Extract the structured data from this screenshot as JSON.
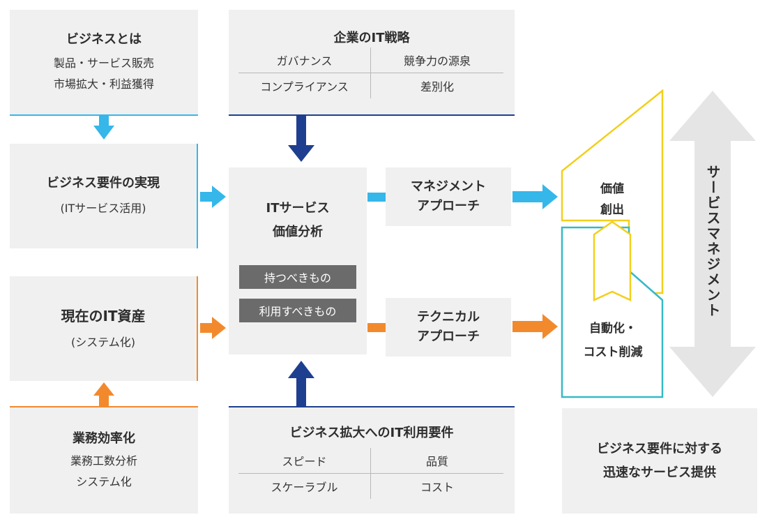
{
  "business": {
    "title": "ビジネスとは",
    "line1": "製品・サービス販売",
    "line2": "市場拡大・利益獲得"
  },
  "strategy": {
    "title": "企業のIT戦略",
    "cells": [
      "ガバナンス",
      "競争力の源泉",
      "コンプライアンス",
      "差別化"
    ]
  },
  "requirement": {
    "title": "ビジネス要件の実現",
    "sub": "(ITサービス活用)"
  },
  "current_it": {
    "title": "現在のIT資産",
    "sub": "(システム化)"
  },
  "efficiency": {
    "title": "業務効率化",
    "line1": "業務工数分析",
    "line2": "システム化"
  },
  "analysis": {
    "title1": "ITサービス",
    "title2": "価値分析",
    "tag1": "持つべきもの",
    "tag2": "利用すべきもの"
  },
  "expansion": {
    "title": "ビジネス拡大へのIT利用要件",
    "cells": [
      "スピード",
      "品質",
      "スケーラブル",
      "コスト"
    ]
  },
  "management": {
    "line1": "マネジメント",
    "line2": "アプローチ"
  },
  "technical": {
    "line1": "テクニカル",
    "line2": "アプローチ"
  },
  "value": {
    "line1": "価値",
    "line2": "創出"
  },
  "automation": {
    "line1": "自動化・",
    "line2": "コスト削減"
  },
  "service_management": "サービスマネジメント",
  "delivery": {
    "line1": "ビジネス要件に対する",
    "line2": "迅速なサービス提供"
  },
  "colors": {
    "blue": "#35b7ea",
    "orange": "#f28a2d",
    "navy": "#1e3f8f",
    "yellow": "#f2cf1d",
    "teal": "#36b9c6",
    "gray_box": "#f0f0f0",
    "tag": "#6b6b6b"
  }
}
